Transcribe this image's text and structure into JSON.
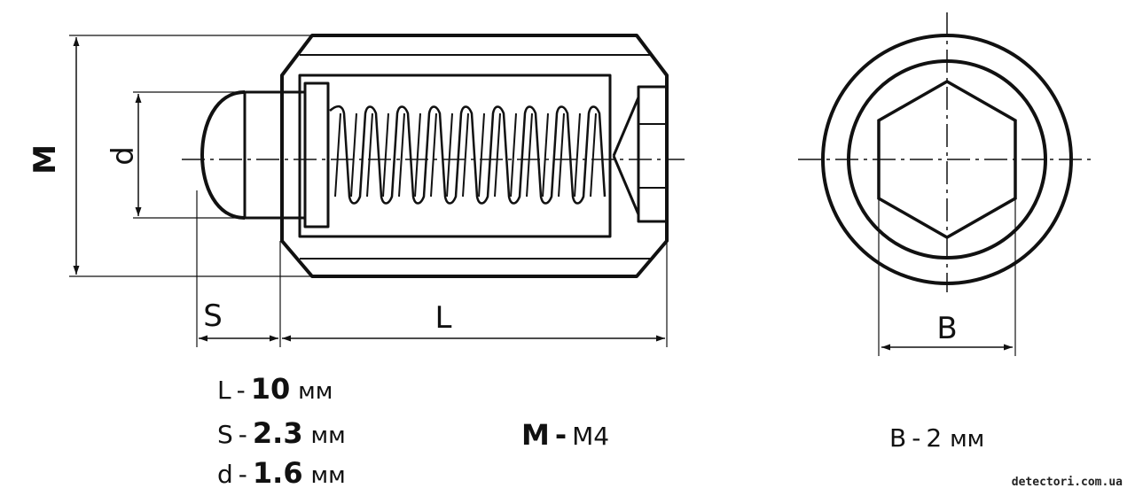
{
  "dimension_labels": {
    "M": "M",
    "d": "d",
    "S": "S",
    "L": "L",
    "B": "B"
  },
  "specs": {
    "L": {
      "name": "L",
      "sep": "-",
      "value": "10",
      "unit": "мм"
    },
    "S": {
      "name": "S",
      "sep": "-",
      "value": "2.3",
      "unit": "мм"
    },
    "d": {
      "name": "d",
      "sep": "-",
      "value": "1.6",
      "unit": "мм"
    },
    "M": {
      "name": "M",
      "sep": "-",
      "value": "M4"
    },
    "B": {
      "name": "B",
      "sep": "-",
      "value": "2",
      "unit": "мм"
    }
  },
  "watermark": "detectori.com.ua"
}
